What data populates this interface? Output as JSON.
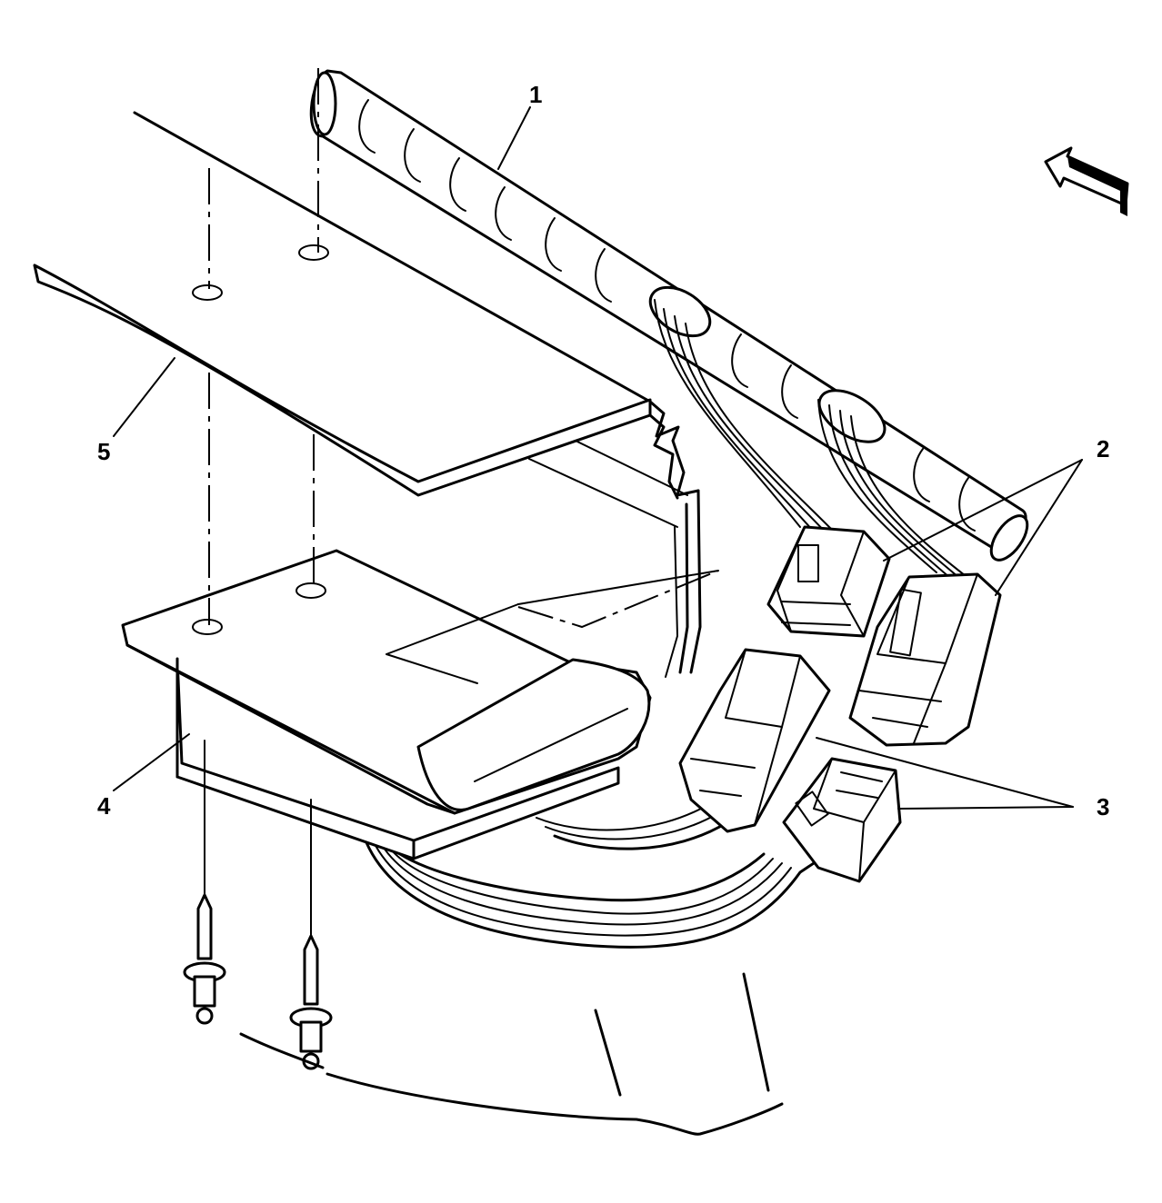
{
  "callouts": {
    "c1": "1",
    "c2": "2",
    "c3": "3",
    "c4": "4",
    "c5": "5"
  },
  "icons": [
    "view-direction-arrow-icon"
  ],
  "colors": {
    "line": "#000000",
    "background": "#ffffff"
  }
}
